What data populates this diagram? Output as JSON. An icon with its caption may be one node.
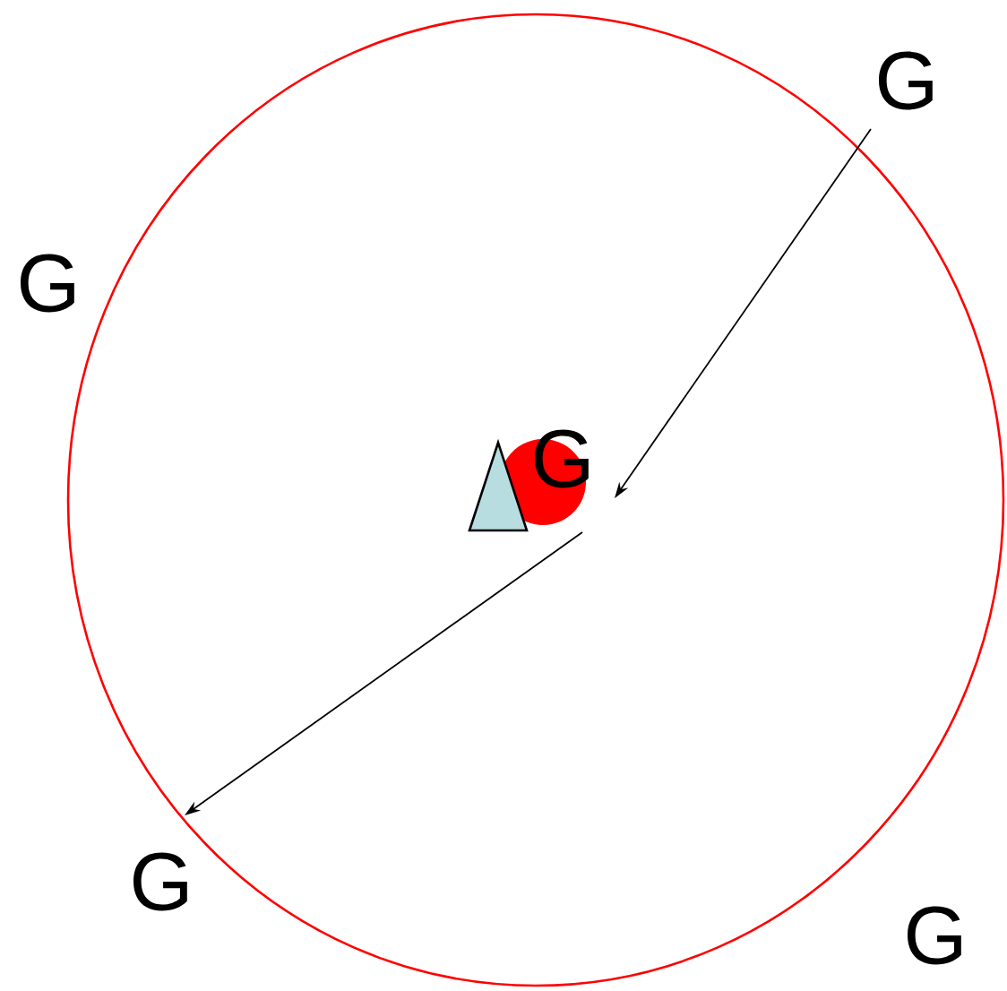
{
  "diagram": {
    "nodes": [
      {
        "text": [
          "G"
        ]
      },
      {
        "text": [
          "G"
        ]
      },
      {
        "text": [
          "G"
        ]
      }
    ],
    "edges": [
      {
        "from": 0,
        "to": 1,
        "arrow": "to"
      },
      {
        "from": 1,
        "to": 2,
        "arrow": "to"
      }
    ],
    "labels": [
      "G",
      "G"
    ]
  }
}
